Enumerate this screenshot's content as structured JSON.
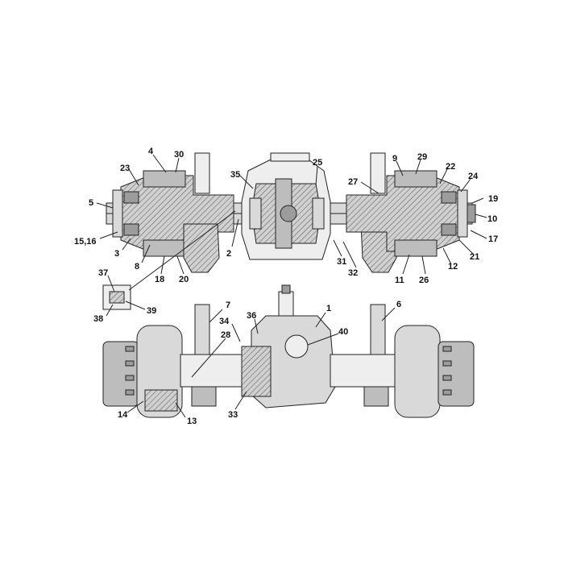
{
  "callouts": {
    "c1": "1",
    "c2": "2",
    "c3": "3",
    "c4": "4",
    "c5": "5",
    "c6": "6",
    "c7": "7",
    "c8": "8",
    "c9": "9",
    "c10": "10",
    "c11": "11",
    "c12": "12",
    "c13": "13",
    "c14": "14",
    "c15_16": "15,16",
    "c17": "17",
    "c18": "18",
    "c19": "19",
    "c20": "20",
    "c21": "21",
    "c22": "22",
    "c23": "23",
    "c24": "24",
    "c25": "25",
    "c26": "26",
    "c27": "27",
    "c28": "28",
    "c29": "29",
    "c30": "30",
    "c31": "31",
    "c32": "32",
    "c33": "33",
    "c34": "34",
    "c35": "35",
    "c36": "36",
    "c37": "37",
    "c38": "38",
    "c39": "39",
    "c40": "40"
  }
}
